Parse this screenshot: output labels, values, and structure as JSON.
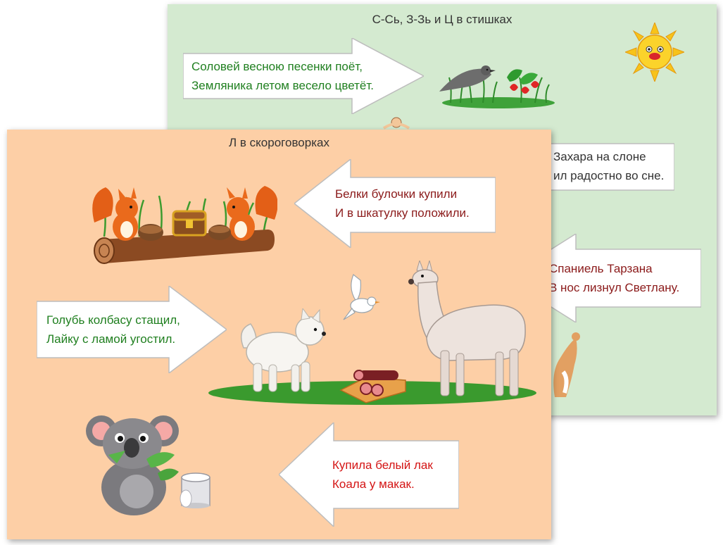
{
  "colors": {
    "green_text": "#1f7f1f",
    "maroon_text": "#8b1a1a",
    "red_text": "#d41414",
    "back_bg": "#d4ead0",
    "front_bg": "#fdcfa6"
  },
  "back_slide": {
    "title": "С-Сь, З-Зь и Ц в стишках",
    "arrow1": {
      "line1": "Соловей весною песенки поёт,",
      "line2": "Земляника летом весело цветёт."
    },
    "arrow2": {
      "line1": "Захара на слоне",
      "line2": "ил радостно во сне."
    },
    "arrow3": {
      "line1": "Спаниель Тарзана",
      "line2": "В нос лизнул Светлану."
    },
    "icons": [
      "sun-icon",
      "bird-on-grass-icon",
      "strawberry-icon",
      "cat-icon"
    ]
  },
  "front_slide": {
    "title": "Л в скороговорках",
    "arrow1": {
      "line1": "Белки булочки купили",
      "line2": "И в шкатулку положили."
    },
    "arrow2": {
      "line1": "Голубь колбасу стащил,",
      "line2": "Лайку с ламой угостил."
    },
    "arrow3": {
      "line1": "Купила белый лак",
      "line2": "Коала у макак."
    },
    "icons": [
      "squirrels-on-log-icon",
      "dog-icon",
      "dove-icon",
      "llama-icon",
      "sausage-board-icon",
      "koala-icon",
      "paint-can-icon"
    ]
  }
}
